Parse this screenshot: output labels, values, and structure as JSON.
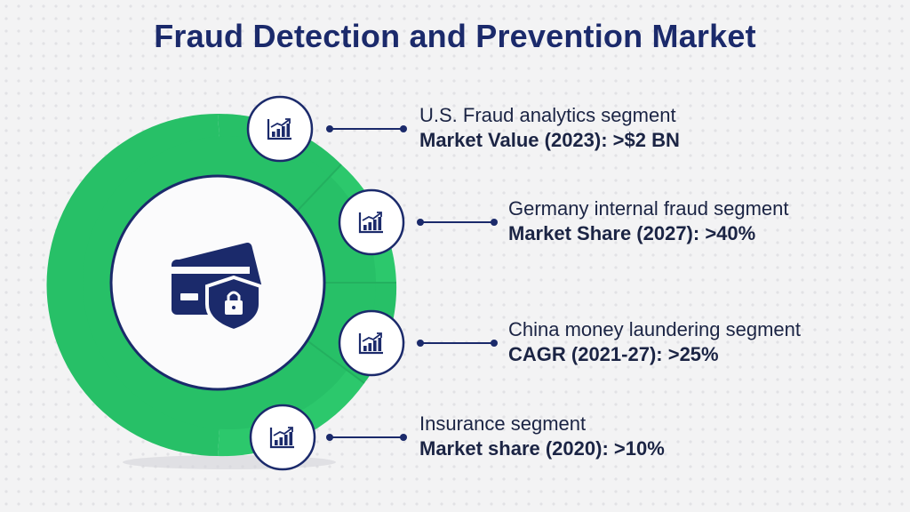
{
  "title": "Fraud Detection and Prevention Market",
  "colors": {
    "accent": "#27c067",
    "navy": "#1b2a6b",
    "background": "#f3f3f4"
  },
  "center_icon": "credit-card-shield-lock-icon",
  "segments": [
    {
      "label": "U.S. Fraud analytics segment",
      "metric": "Market Value (2023): >$2 BN",
      "icon": "bar-chart-growth-icon"
    },
    {
      "label": "Germany internal fraud segment",
      "metric": "Market Share (2027): >40%",
      "icon": "bar-chart-growth-icon"
    },
    {
      "label": "China money laundering segment",
      "metric": "CAGR (2021-27): >25%",
      "icon": "bar-chart-growth-icon"
    },
    {
      "label": "Insurance segment",
      "metric": "Market share (2020): >10%",
      "icon": "bar-chart-growth-icon"
    }
  ]
}
